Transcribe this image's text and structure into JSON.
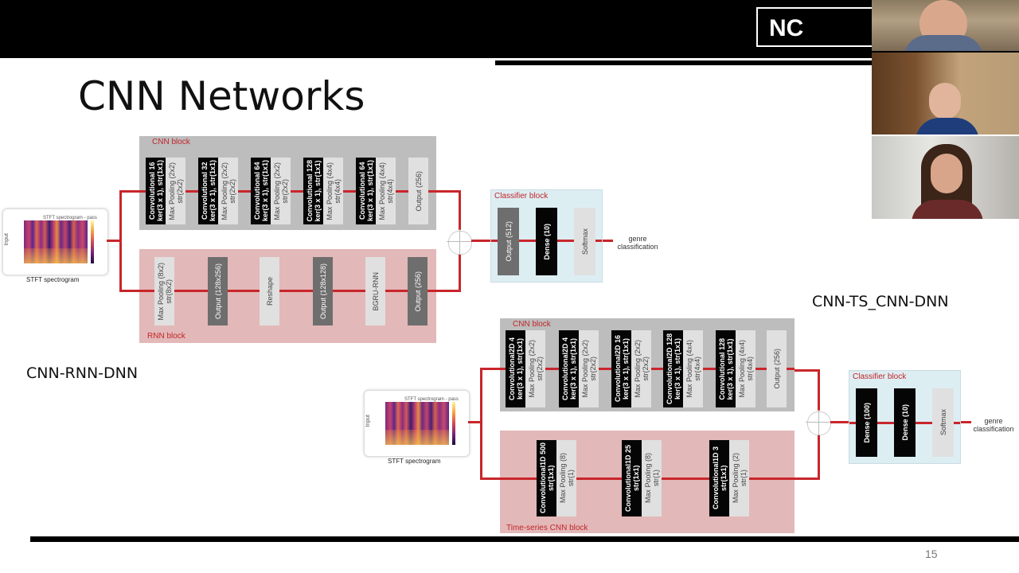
{
  "header": {
    "brand": "NC STATE"
  },
  "slide": {
    "title": "CNN Networks",
    "page_number": "15"
  },
  "diagram1": {
    "caption": "CNN-RNN-DNN",
    "input": {
      "axis_label": "Input",
      "plot_title": "STFT spectrogram - pass",
      "caption": "STFT spectrogram"
    },
    "cnn_block": {
      "label": "CNN block",
      "layers": [
        {
          "text": "Convolutional 16\nker(3 x 1), str(1x1)",
          "style": "dark"
        },
        {
          "text": "Max Pooling (2x2)\nstr(2x2)",
          "style": "light"
        },
        {
          "text": "Convolutional 32\nker(3 x 1), str(1x1)",
          "style": "dark"
        },
        {
          "text": "Max Pooling (2x2)\nstr(2x2)",
          "style": "light"
        },
        {
          "text": "Convolutional 64\nker(3 x 1), str(1x1)",
          "style": "dark"
        },
        {
          "text": "Max Pooling (2x2)\nstr(2x2)",
          "style": "light"
        },
        {
          "text": "Convolutional 128\nker(3 x 1), str(1x1)",
          "style": "dark"
        },
        {
          "text": "Max Pooling (4x4)\nstr(4x4)",
          "style": "light"
        },
        {
          "text": "Convolutional 64\nker(3 x 1), str(1x1)",
          "style": "dark"
        },
        {
          "text": "Max Pooling (4x4)\nstr(4x4)",
          "style": "light"
        },
        {
          "text": "Output (256)",
          "style": "light"
        }
      ]
    },
    "rnn_block": {
      "label": "RNN block",
      "layers": [
        {
          "text": "Max Pooling (8x2)\nstr(8x2)",
          "style": "light"
        },
        {
          "text": "Output (128x256)",
          "style": "mid"
        },
        {
          "text": "Reshape",
          "style": "light"
        },
        {
          "text": "Output (128x128)",
          "style": "mid"
        },
        {
          "text": "BGRU-RNN",
          "style": "light"
        },
        {
          "text": "Output (256)",
          "style": "mid"
        }
      ]
    },
    "classifier_block": {
      "label": "Classifier block",
      "layers": [
        {
          "text": "Output (512)",
          "style": "mid"
        },
        {
          "text": "Dense (10)",
          "style": "dark"
        },
        {
          "text": "Softmax",
          "style": "light"
        }
      ]
    },
    "output": "genre\nclassification"
  },
  "diagram2": {
    "caption": "CNN-TS_CNN-DNN",
    "input": {
      "axis_label": "Input",
      "plot_title": "STFT spectrogram - pass",
      "caption": "STFT spectrogram"
    },
    "cnn_block": {
      "label": "CNN block",
      "layers": [
        {
          "text": "Convolutional2D 4\nker(3 x 1), str(1x1)",
          "style": "dark"
        },
        {
          "text": "Max Pooling (2x2)\nstr(2x2)",
          "style": "light"
        },
        {
          "text": "Convolutional2D 4\nker(3 x 1), str(1x1)",
          "style": "dark"
        },
        {
          "text": "Max Pooling (2x2)\nstr(2x2)",
          "style": "light"
        },
        {
          "text": "Convolutional2D 16\nker(3 x 1), str(1x1)",
          "style": "dark"
        },
        {
          "text": "Max Pooling (2x2)\nstr(2x2)",
          "style": "light"
        },
        {
          "text": "Convolutional2D 128\nker(3 x 1), str(1x1)",
          "style": "dark"
        },
        {
          "text": "Max Pooling (4x4)\nstr(4x4)",
          "style": "light"
        },
        {
          "text": "Convolutional 128\nker(3 x 1), str(1x1)",
          "style": "dark"
        },
        {
          "text": "Max Pooling (4x4)\nstr(4x4)",
          "style": "light"
        },
        {
          "text": "Output (256)",
          "style": "light"
        }
      ]
    },
    "ts_block": {
      "label": "Time-series CNN block",
      "layers": [
        {
          "text": "Convolutional1D 500\nstr(1x1)",
          "style": "dark"
        },
        {
          "text": "Max Pooling (8)\nstr(1)",
          "style": "light"
        },
        {
          "text": "Convolutional1D 25\nstr(1x1)",
          "style": "dark"
        },
        {
          "text": "Max Pooling (8)\nstr(1)",
          "style": "light"
        },
        {
          "text": "Convolutional1D 3\nstr(1x1)",
          "style": "dark"
        },
        {
          "text": "Max Pooling (2)\nstr(1)",
          "style": "light"
        }
      ]
    },
    "classifier_block": {
      "label": "Classifier block",
      "layers": [
        {
          "text": "Dense (100)",
          "style": "dark"
        },
        {
          "text": "Dense (10)",
          "style": "dark"
        },
        {
          "text": "Softmax",
          "style": "light"
        }
      ]
    },
    "output": "genre\nclassification"
  },
  "colors": {
    "connector": "#c8262b",
    "cnn_block_bg": "#bdbdbd",
    "rnn_block_bg": "#e3b8b8",
    "classifier_bg": "#ddeef3"
  }
}
